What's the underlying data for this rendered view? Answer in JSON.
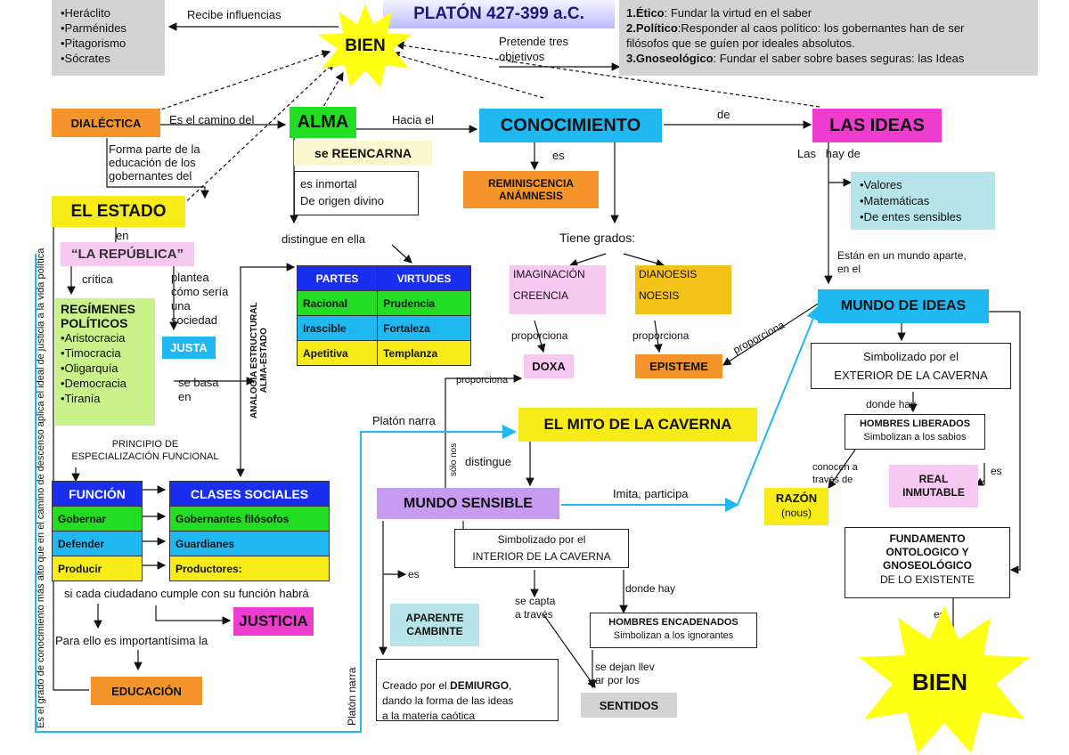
{
  "title": "PLATÓN 427-399 a.C.",
  "bien_top": "BIEN",
  "bien_bottom": "BIEN",
  "influences": {
    "edge": "Recibe influencias",
    "items": [
      "•Heráclito",
      "•Parménides",
      "•Pitagorismo",
      "•Sócrates"
    ]
  },
  "objectives": {
    "edge": "Pretende tres\nobjetivos",
    "items": [
      {
        "num": "1.",
        "key": "Ético",
        "text": ": Fundar la virtud en el saber"
      },
      {
        "num": "2.",
        "key": "Político",
        "text": ":Responder al caos político: los gobernantes han de ser\n  filósofos que se guíen por ideales absolutos."
      },
      {
        "num": "3.",
        "key": "Gnoseológico",
        "text": ": Fundar el saber sobre bases seguras: las Ideas"
      }
    ]
  },
  "dialectica": {
    "label": "DIALÉCTICA",
    "edge_alma": "Es el camino del",
    "edge_estado": "Forma parte de la\neducación de los\ngobernantes del"
  },
  "alma": {
    "label": "ALMA",
    "reencarna": "se REENCARNA",
    "props": "es inmortal\nDe origen divino",
    "edge_conoc": "Hacia el",
    "edge_partes": "distingue en ella"
  },
  "conocimiento": {
    "label": "CONOCIMIENTO",
    "edge_ideas": "de",
    "es": "es",
    "reminiscencia": "REMINISCENCIA\nANÁMNESIS",
    "grados": "Tiene grados:"
  },
  "ideas": {
    "label": "LAS IDEAS",
    "hay_de": "Las   hay de",
    "types": "•Valores\n•Matemáticas\n•De entes sensibles",
    "edge_mundo": "Están en un mundo aparte,\nen el"
  },
  "estado": {
    "label": "EL ESTADO",
    "en": "en",
    "republica": "“LA REPÚBLICA”",
    "critica": "crítica",
    "plantea": "plantea\ncómo sería\nuna\nsociedad",
    "justa": "JUSTA",
    "se_basa": "se basa\nen"
  },
  "regimenes": {
    "title": "REGÍMENES\nPOLÍTICOS",
    "items": "•Aristocracia\n•Timocracia\n•Oligarquía\n•Democracia\n•Tiranía"
  },
  "partes_table": {
    "headers": [
      "PARTES",
      "VIRTUDES"
    ],
    "rows": [
      [
        "Racional",
        "Prudencia"
      ],
      [
        "Irascible",
        "Fortaleza"
      ],
      [
        "Apetitiva",
        "Templanza"
      ]
    ]
  },
  "analogia": "ANALOGÍA ESTRUCTURAL\nALMA-ESTADO",
  "grados": {
    "imaginacion": "IMAGINACIÓN\n\nCREENCIA",
    "dianoesis": "DIANOESIS\n\nNOESIS",
    "proporciona1": "proporciona",
    "proporciona2": "proporciona",
    "proporciona3": "proporciona",
    "proporciona4": "proporciona",
    "doxa": "DOXA",
    "episteme": "EPISTEME"
  },
  "mundo_ideas": {
    "label": "MUNDO DE IDEAS",
    "simbolizado": "Simbolizado por el\nEXTERIOR DE LA CAVERNA",
    "donde_hay": "donde hay",
    "liberados": "HOMBRES LIBERADOS",
    "liberados_sub": "Simbolizan a los sabios",
    "conocen": "conocen a\ntravés de",
    "razon": "RAZÓN",
    "razon_sub": "(nous)",
    "es": "es",
    "real": "REAL\nINMUTABLE",
    "fundamento": "FUNDAMENTO\nONTOLOGICO Y\nGNOSEOLÓGICO",
    "fundamento_sub": "DE LO EXISTENTE",
    "es2": "es"
  },
  "principio": "PRINCIPIO DE\nESPECIALIZACIÓN FUNCIONAL",
  "funcion_table": {
    "headers": [
      "FUNCIÓN"
    ],
    "rows": [
      "Gobernar",
      "Defender",
      "Producir"
    ]
  },
  "clases_table": {
    "headers": [
      "CLASES SOCIALES"
    ],
    "rows": [
      "Gobernantes filósofos",
      "Guardianes",
      "Productores:"
    ]
  },
  "justicia": {
    "cond": "si cada ciudadano cumple con su función habrá",
    "label": "JUSTICIA",
    "para": "Para ello es importantísima la",
    "educacion": "EDUCACIÓN"
  },
  "vertical_left": "Es el grado de conocimiento más alto que en el camino de descenso aplica el ideal de justicia a la vida política",
  "mito": {
    "label": "EL MITO DE LA CAVERNA",
    "platon_narra": "Platón narra",
    "platon_narra2": "Platón narra",
    "distingue": "distingue",
    "solo_nos": "sólo nos"
  },
  "mundo_sensible": {
    "label": "MUNDO SENSIBLE",
    "imita": "Imita, participa",
    "simbolizado": "Simbolizado por el\nINTERIOR DE LA CAVERNA",
    "se_capta": "se capta\na través",
    "donde_hay": "donde hay",
    "encadenados": "HOMBRES ENCADENADOS",
    "encadenados_sub": "Simbolizan a los ignorantes",
    "dejan": "se dejan llev\nar por los",
    "sentidos": "SENTIDOS",
    "es": "es",
    "aparente": "APARENTE\nCAMBINTE",
    "creado_pre": "Creado por el ",
    "creado_key": "DEMIURGO",
    "creado_post": ",\ndando la forma de las ideas\na la materia caótica"
  },
  "colors": {
    "orange": "#f5942a",
    "green": "#22dd22",
    "cyan": "#1fb8f0",
    "magenta": "#ee3ccf",
    "yellow": "#f7ec1a",
    "lightcyan": "#b6e4e8",
    "pink": "#f7c8f2",
    "lavender": "#c79cf0",
    "lightgreen": "#c9f28a",
    "gray": "#d3d3d3",
    "star": "#ffff14"
  }
}
